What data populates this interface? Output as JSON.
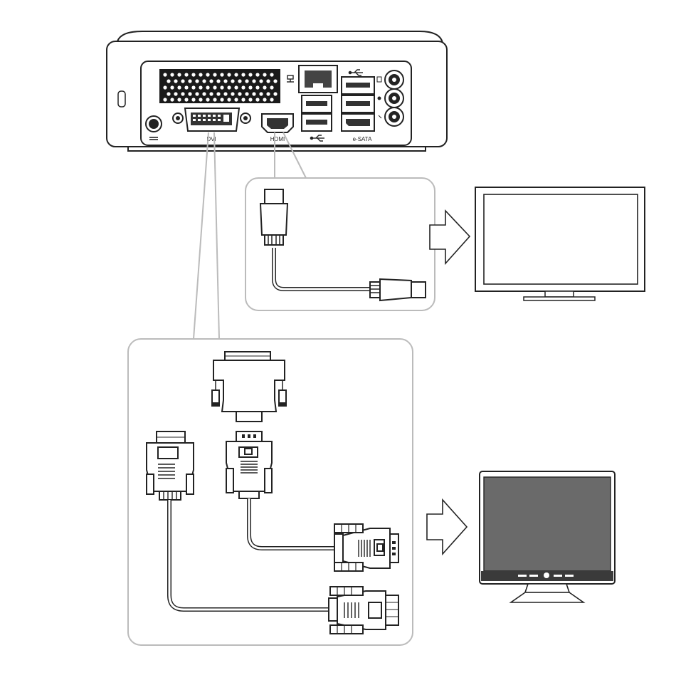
{
  "ports": {
    "dvi_label": "DVI",
    "hdmi_label": "HDMI",
    "esata_label": "e-SATA"
  },
  "colors": {
    "line": "#222222",
    "callout": "#bbbbbb",
    "screen_dark": "#6a6a6a",
    "bezel": "#3a3a3a"
  },
  "icons": {
    "usb": "usb-icon",
    "network": "network-icon",
    "power": "power-icon",
    "arrow": "arrow-right-icon"
  }
}
